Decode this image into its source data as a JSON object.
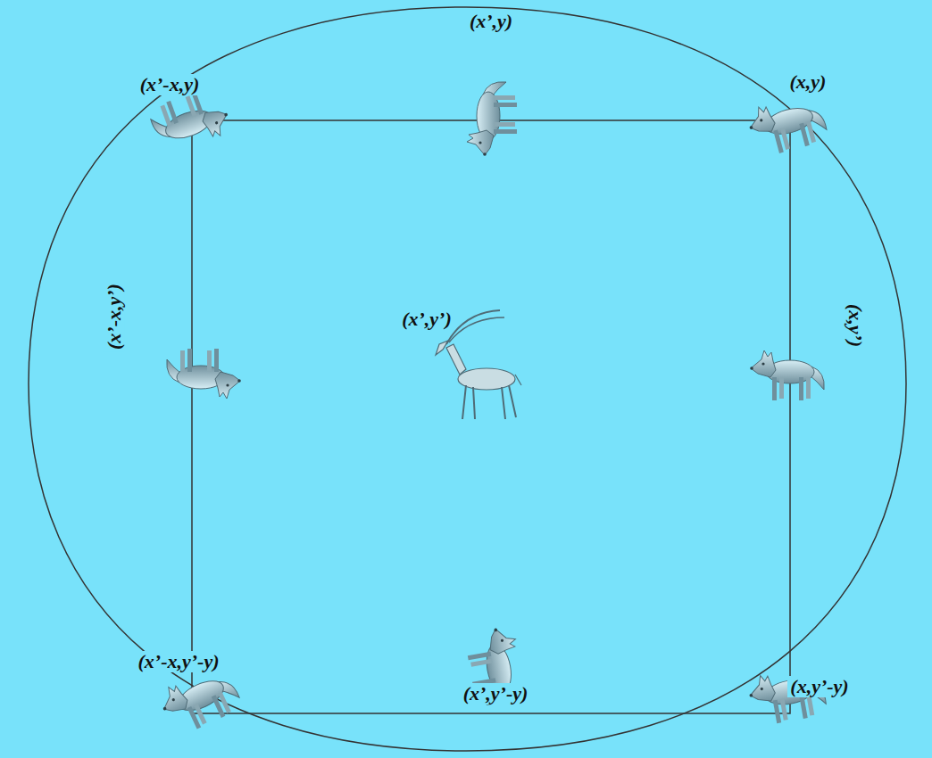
{
  "diagram": {
    "labels": [
      "(x’-x,y)",
      "(x’,y)",
      "(x,y)",
      "(x’-x,y’)",
      "(x’,y’)",
      "(x,y’)",
      "(x’-x,y’-y)",
      "(x’,y’-y)",
      "(x,y’-y)"
    ]
  }
}
